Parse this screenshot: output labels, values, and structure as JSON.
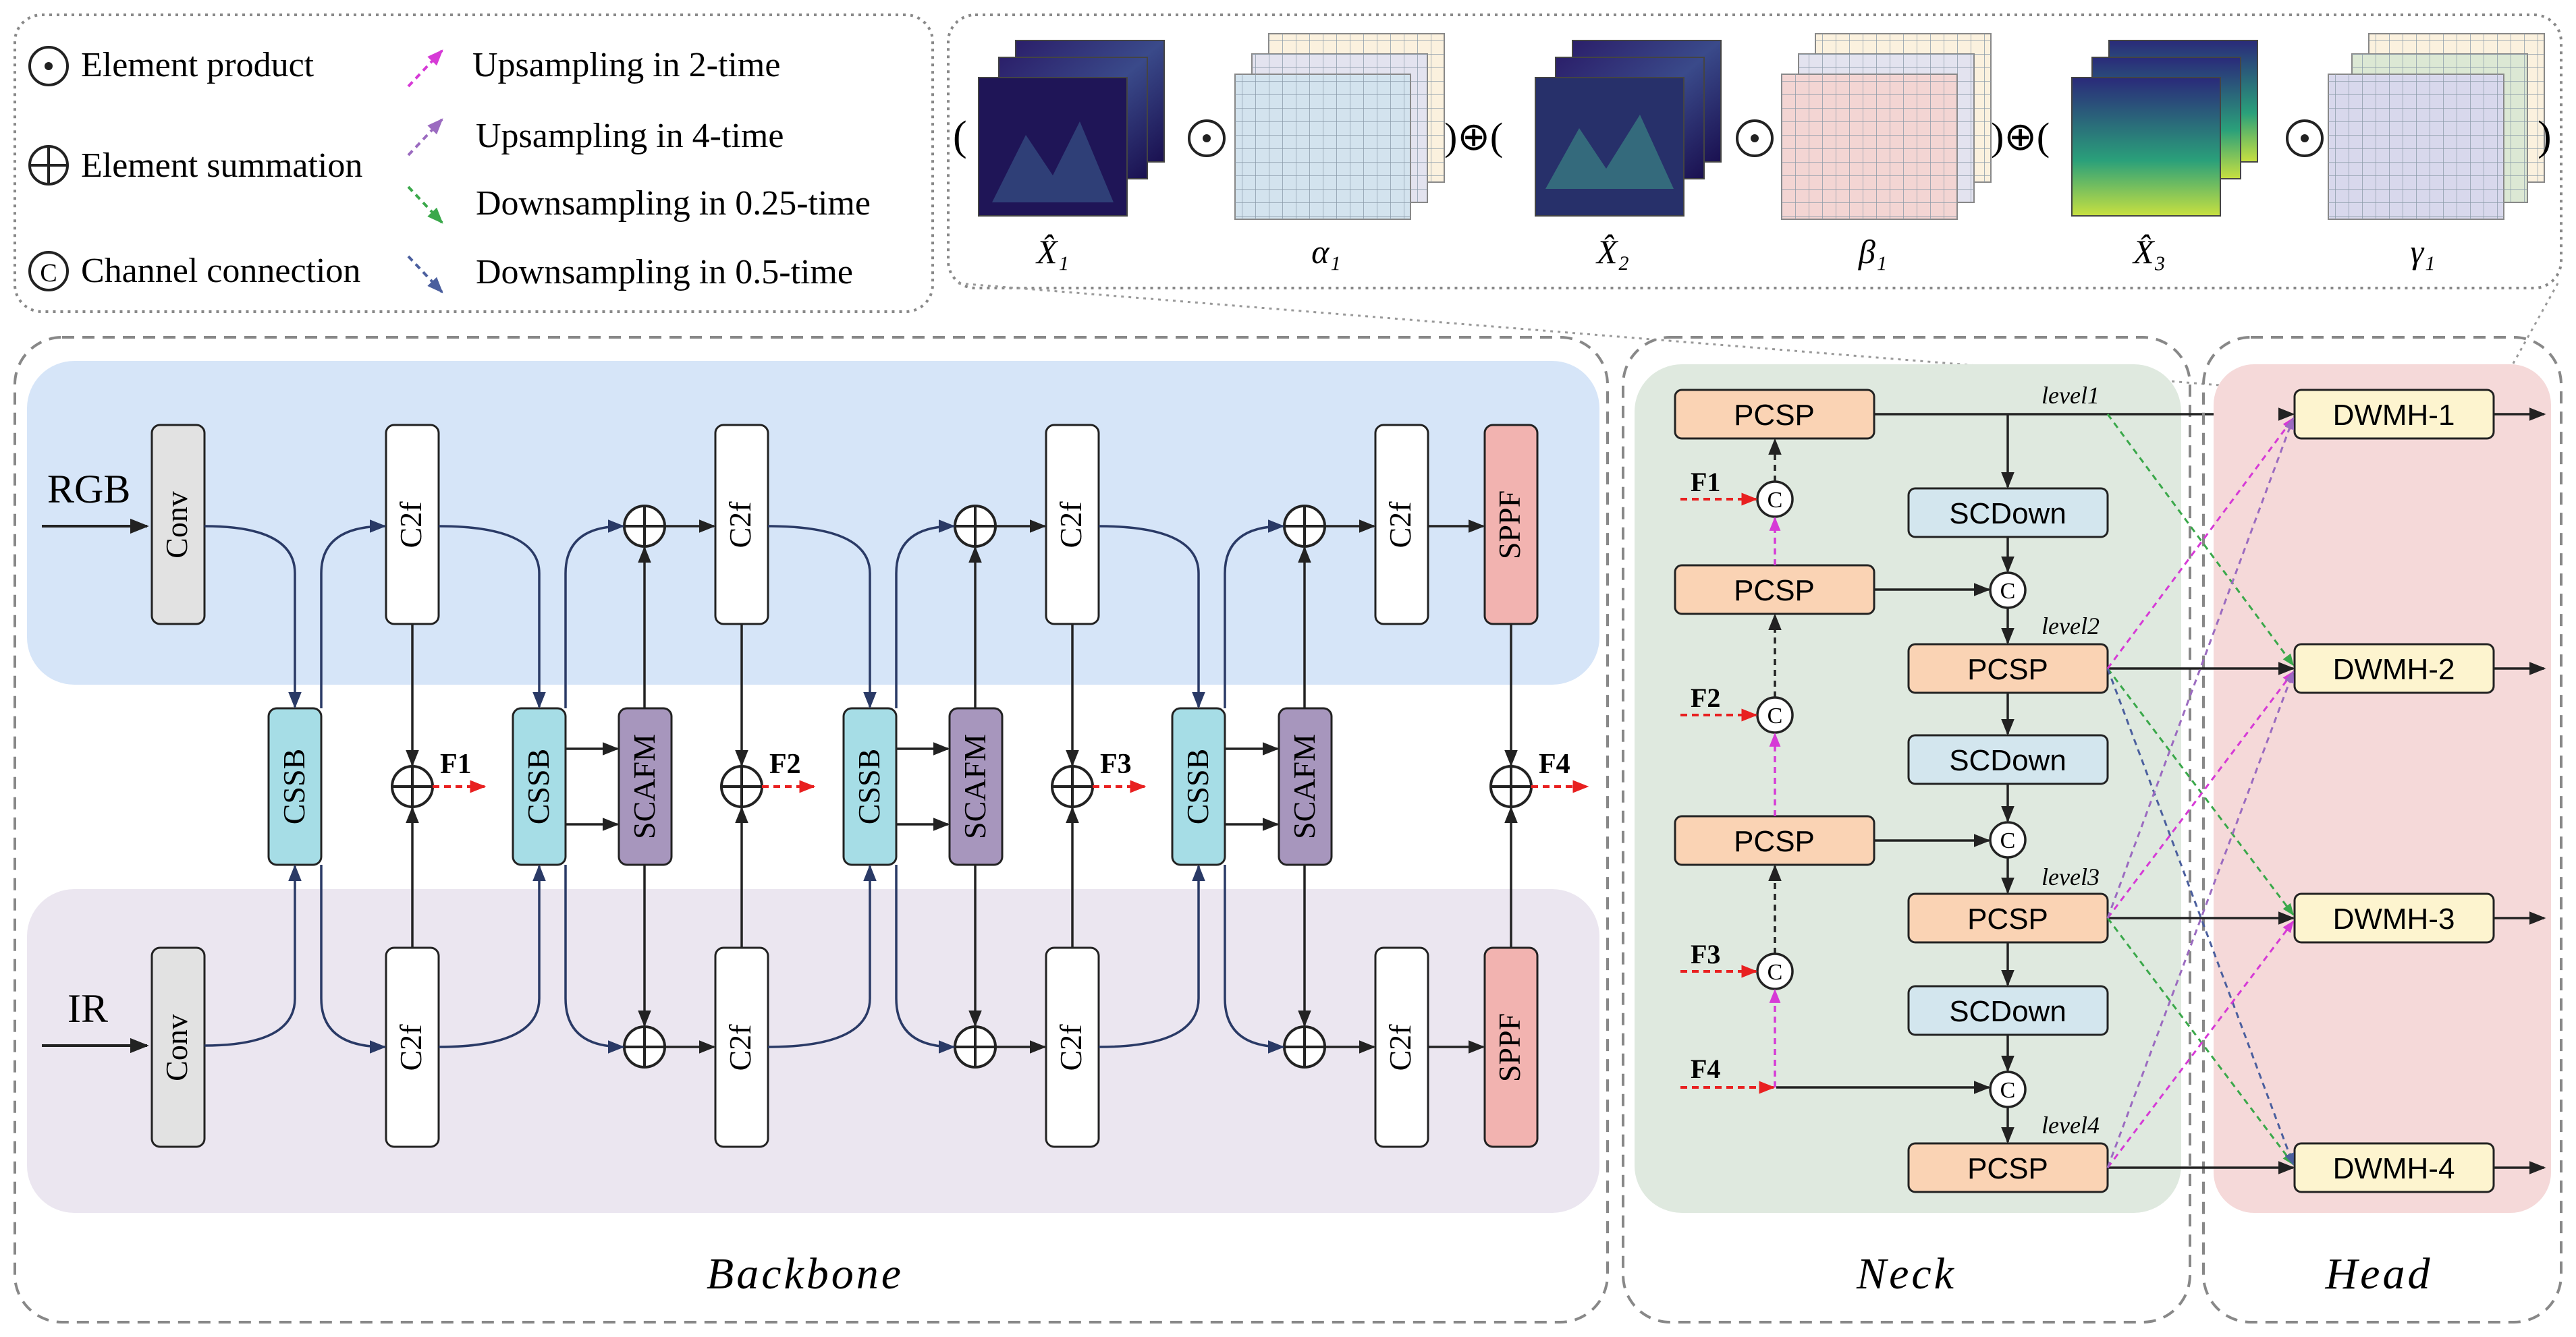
{
  "legend": {
    "element_product": "Element product",
    "element_summation": "Element summation",
    "channel_connection": "Channel connection",
    "upsampling_2": "Upsampling in 2-time",
    "upsampling_4": "Upsampling in 4-time",
    "downsampling_025": "Downsampling in 0.25-time",
    "downsampling_05": "Downsampling in 0.5-time"
  },
  "formula": {
    "x1": "X̂₁",
    "x2": "X̂₂",
    "x3": "X̂₃",
    "a1": "α₁",
    "b1": "β₁",
    "g1": "γ₁",
    "open_paren": "(",
    "close_plus_open": ")⊕(",
    "close_paren": ")",
    "product": "⊙"
  },
  "backbone": {
    "title": "Backbone",
    "rgb_label": "RGB",
    "ir_label": "IR",
    "conv": "Conv",
    "c2f": "C2f",
    "cssb": "CSSB",
    "scafm": "SCAFM",
    "sppf": "SPPF",
    "f1": "F1",
    "f2": "F2",
    "f3": "F3",
    "f4": "F4"
  },
  "neck": {
    "title": "Neck",
    "pcsp": "PCSP",
    "scdown": "SCDown",
    "c": "C",
    "level1": "level1",
    "level2": "level2",
    "level3": "level3",
    "level4": "level4",
    "f1": "F1",
    "f2": "F2",
    "f3": "F3",
    "f4": "F4"
  },
  "head": {
    "title": "Head",
    "dwmh1": "DWMH-1",
    "dwmh2": "DWMH-2",
    "dwmh3": "DWMH-3",
    "dwmh4": "DWMH-4"
  },
  "colors": {
    "rgb_band": "#d6e5f8",
    "ir_band": "#ebe6f0",
    "conv": "#e2e2e2",
    "cssb": "#a6dde6",
    "scafm": "#a796bd",
    "sppf": "#f2b3b0",
    "neck_bg": "#dfe9df",
    "head_bg": "#f5d9d9",
    "pcsp": "#fad3b4",
    "scdown": "#d3e6ee",
    "dwmh": "#fdf4cf",
    "red_arrow": "#e82020",
    "upsample_2": "#d63ad6",
    "upsample_4": "#9b6bc0",
    "downsample_025": "#3aa84a",
    "downsample_05": "#4b5f9e"
  }
}
